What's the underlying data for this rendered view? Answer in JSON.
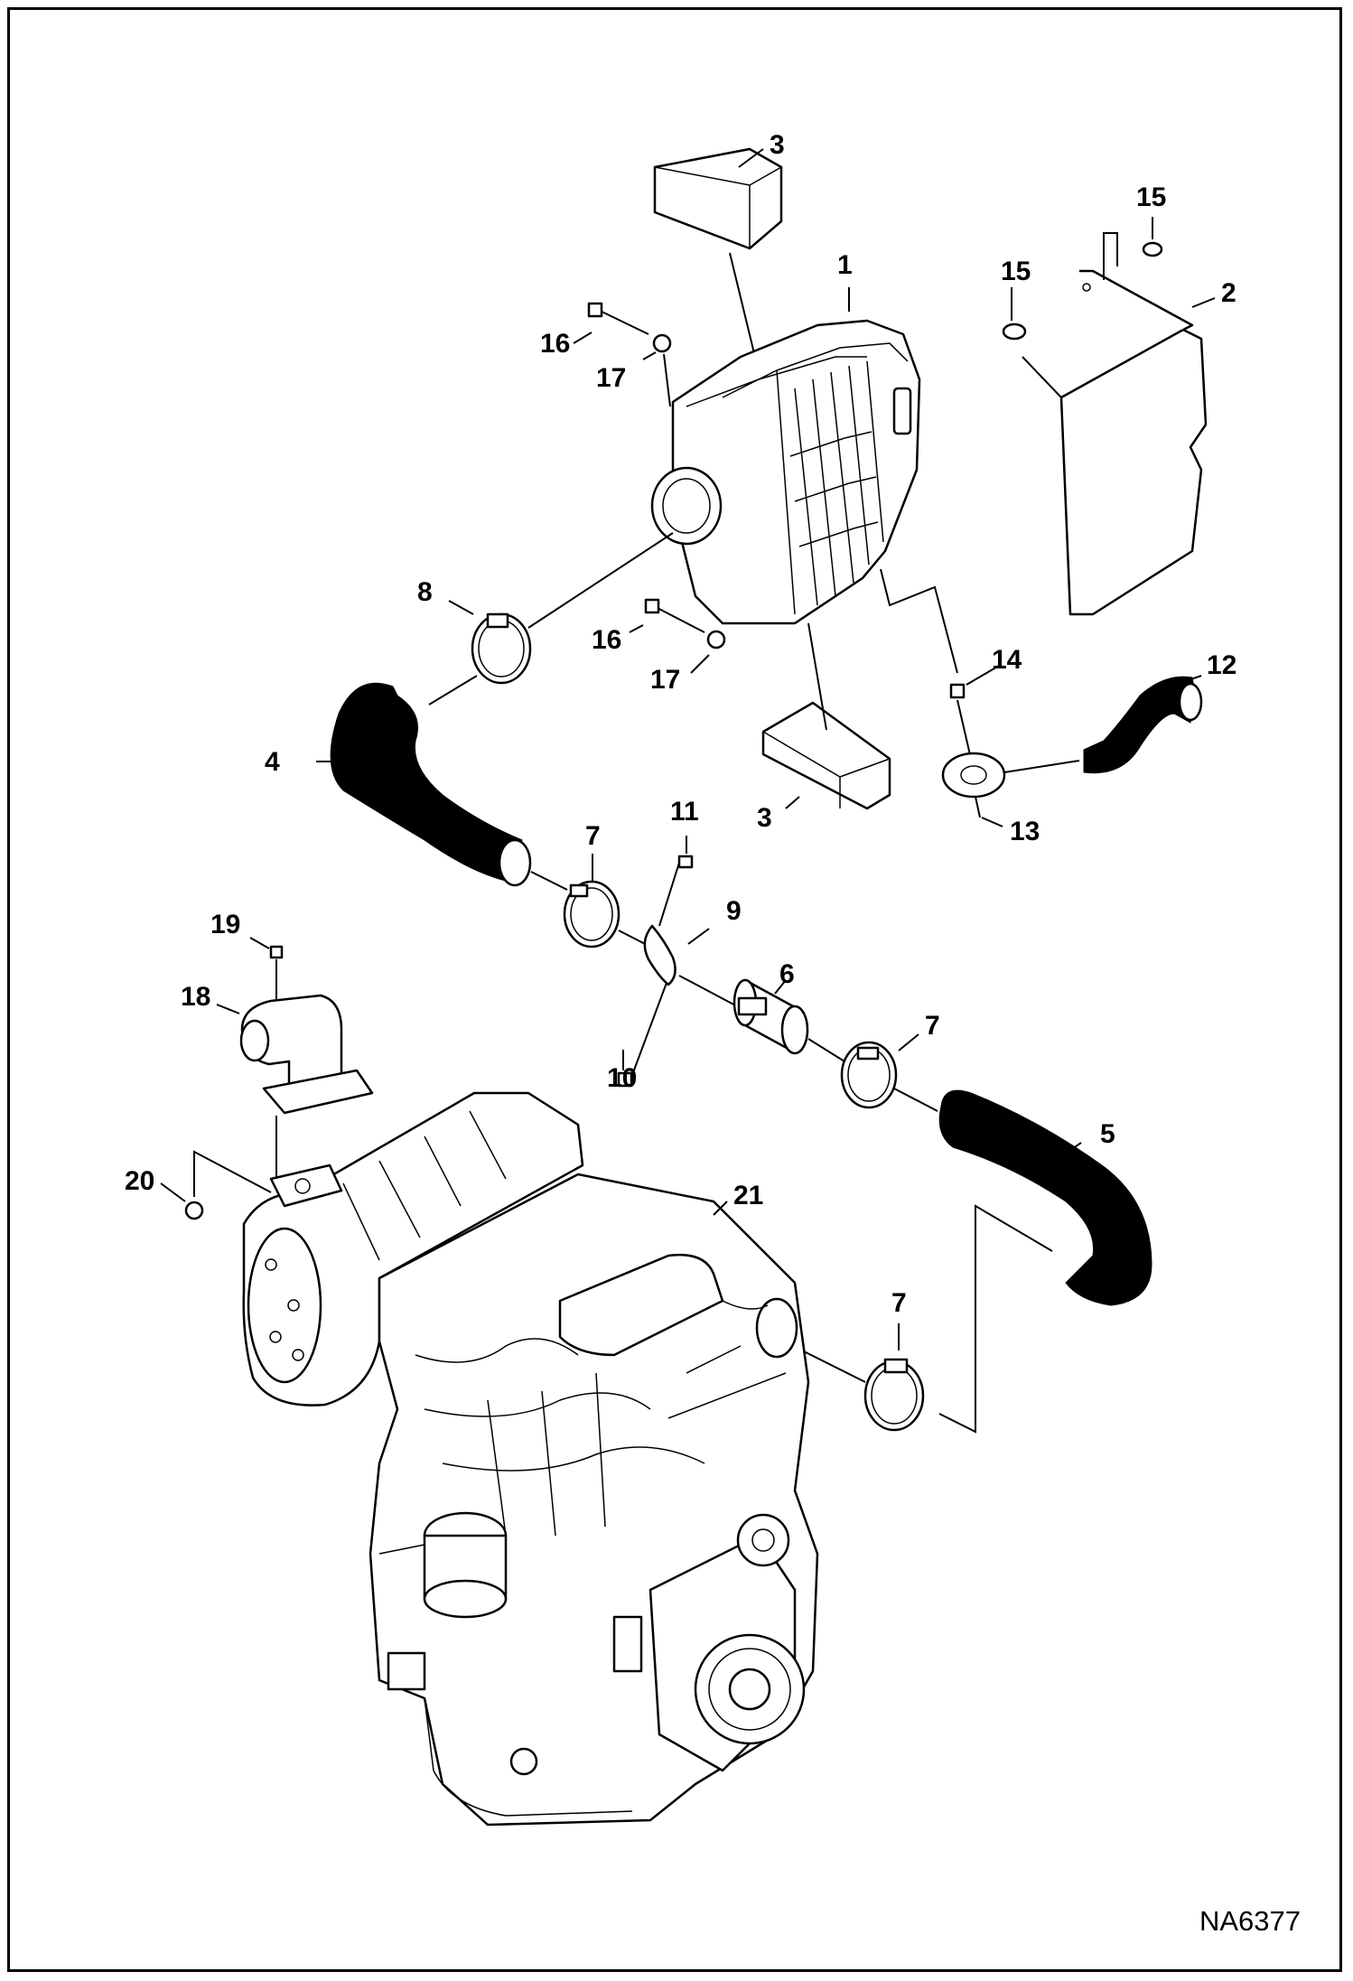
{
  "diagram": {
    "document_id": "NA6377",
    "callouts": [
      {
        "id": "c1",
        "label": "1"
      },
      {
        "id": "c2",
        "label": "2"
      },
      {
        "id": "c3a",
        "label": "3"
      },
      {
        "id": "c3b",
        "label": "3"
      },
      {
        "id": "c4",
        "label": "4"
      },
      {
        "id": "c5",
        "label": "5"
      },
      {
        "id": "c6",
        "label": "6"
      },
      {
        "id": "c7a",
        "label": "7"
      },
      {
        "id": "c7b",
        "label": "7"
      },
      {
        "id": "c7c",
        "label": "7"
      },
      {
        "id": "c8",
        "label": "8"
      },
      {
        "id": "c9",
        "label": "9"
      },
      {
        "id": "c10",
        "label": "10"
      },
      {
        "id": "c11",
        "label": "11"
      },
      {
        "id": "c12",
        "label": "12"
      },
      {
        "id": "c13",
        "label": "13"
      },
      {
        "id": "c14",
        "label": "14"
      },
      {
        "id": "c15a",
        "label": "15"
      },
      {
        "id": "c15b",
        "label": "15"
      },
      {
        "id": "c16a",
        "label": "16"
      },
      {
        "id": "c16b",
        "label": "16"
      },
      {
        "id": "c17a",
        "label": "17"
      },
      {
        "id": "c17b",
        "label": "17"
      },
      {
        "id": "c18",
        "label": "18"
      },
      {
        "id": "c19",
        "label": "19"
      },
      {
        "id": "c20",
        "label": "20"
      },
      {
        "id": "c21",
        "label": "21"
      }
    ]
  }
}
